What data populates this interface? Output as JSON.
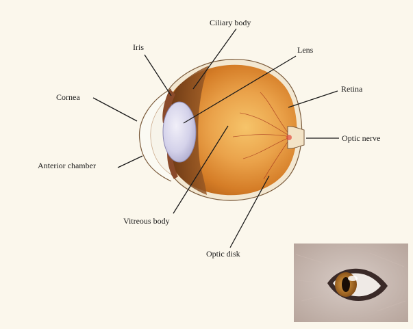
{
  "labels": {
    "ciliary_body": "Ciliary body",
    "iris": "Iris",
    "lens": "Lens",
    "retina": "Retina",
    "cornea": "Cornea",
    "optic_nerve": "Optic nerve",
    "anterior_chamber": "Anterior chamber",
    "vitreous_body": "Vitreous body",
    "optic_disk": "Optic disk"
  },
  "colors": {
    "background": "#fbf7ec",
    "eyeball_orange": "#e08a2a",
    "sclera": "#f5ecd8",
    "lens": "#cfcde6",
    "ciliary_dark": "#6b3a1a"
  }
}
